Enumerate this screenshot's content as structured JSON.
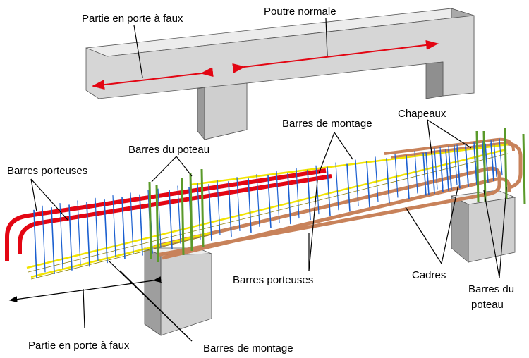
{
  "labels": {
    "cantilever_top": "Partie en porte à faux",
    "normal_beam": "Poutre normale",
    "assembly_bars_top": "Barres de montage",
    "caps": "Chapeaux",
    "column_bars_left": "Barres du poteau",
    "bearing_bars_left": "Barres porteuses",
    "bearing_bars_mid": "Barres porteuses",
    "stirrups": "Cadres",
    "column_bars_right_line1": "Barres du",
    "column_bars_right_line2": "poteau",
    "cantilever_bottom": "Partie en porte à faux",
    "assembly_bars_bottom": "Barres de montage"
  },
  "colors": {
    "concrete_top": "#e8e8e8",
    "concrete_front": "#d4d4d4",
    "concrete_side": "#a8a8a8",
    "main_bars": "#e30613",
    "bottom_bars": "#c8825a",
    "assembly_bars": "#f2e400",
    "stirrups": "#1a5fd0",
    "column_bars": "#5a9a2a",
    "arrows": "#e30613",
    "leaders": "#000000"
  }
}
